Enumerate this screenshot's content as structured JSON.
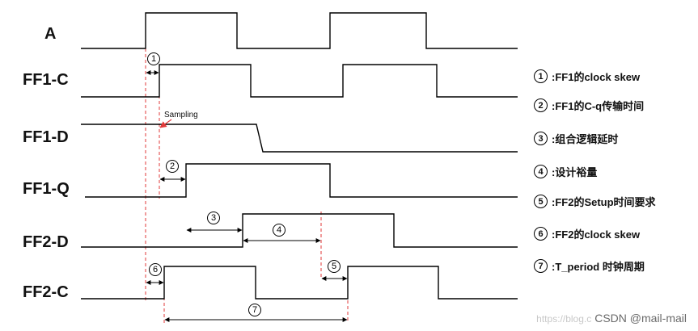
{
  "signals": [
    "A",
    "FF1-C",
    "FF1-D",
    "FF1-Q",
    "FF2-D",
    "FF2-C"
  ],
  "annotations": {
    "sampling": "Sampling",
    "markers": [
      "1",
      "2",
      "3",
      "4",
      "5",
      "6",
      "7"
    ]
  },
  "legend": [
    {
      "num": "1",
      "text": ":FF1的clock skew"
    },
    {
      "num": "2",
      "text": ":FF1的C-q传输时间"
    },
    {
      "num": "3",
      "text": ":组合逻辑延时"
    },
    {
      "num": "4",
      "text": ":设计裕量"
    },
    {
      "num": "5",
      "text": ":FF2的Setup时间要求"
    },
    {
      "num": "6",
      "text": ":FF2的clock skew"
    },
    {
      "num": "7",
      "text": ":T_period 时钟周期"
    }
  ],
  "watermark": {
    "url": "https://blog.c",
    "text": "CSDN @mail-mail"
  },
  "colors": {
    "wave": "#000000",
    "guide": "#e23a3a"
  }
}
